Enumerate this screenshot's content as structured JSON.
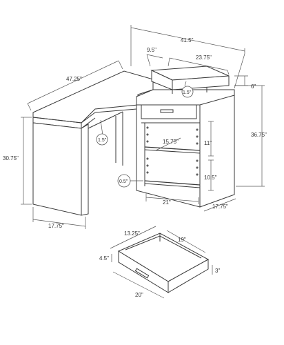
{
  "dimensions": {
    "total_width": "41.5\"",
    "left_depth": "47.25\"",
    "shelf_offset": "9.5\"",
    "hutch_width": "23.75\"",
    "hutch_height": "6\"",
    "hutch_gap": "1.5\"",
    "total_height": "36.75\"",
    "desk_height": "30.75\"",
    "keyboard_gap": "1.5\"",
    "shelf_depth": "15.75\"",
    "shelf_gap_upper": "11\"",
    "shelf_gap_lower": "10.5\"",
    "base_clearance": "0.5\"",
    "cabinet_width": "21\"",
    "cabinet_depth": "17.75\"",
    "desk_depth": "17.75\"",
    "drawer_depth": "13.25\"",
    "drawer_inner_width": "19\"",
    "drawer_height": "4.5\"",
    "drawer_inner_height": "3\"",
    "drawer_width": "20\""
  }
}
